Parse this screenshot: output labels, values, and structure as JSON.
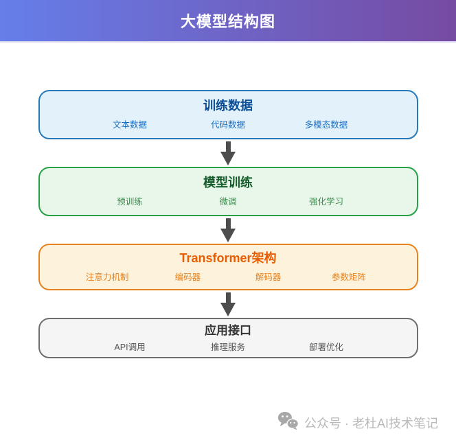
{
  "header": {
    "title": "大模型结构图",
    "gradient_from": "#667eea",
    "gradient_to": "#764ba2",
    "text_color": "#ffffff"
  },
  "diagram": {
    "arrow_color": "#4d4d4d",
    "layers": [
      {
        "id": "training-data",
        "title": "训练数据",
        "items": [
          "文本数据",
          "代码数据",
          "多模态数据"
        ],
        "bg": "#e3f1fb",
        "border": "#2778b8",
        "title_color": "#0a4d96",
        "item_color": "#1a6fc4"
      },
      {
        "id": "model-training",
        "title": "模型训练",
        "items": [
          "预训练",
          "微调",
          "强化学习"
        ],
        "bg": "#e9f6ea",
        "border": "#27a144",
        "title_color": "#155c2b",
        "item_color": "#3c8d4e"
      },
      {
        "id": "transformer-architecture",
        "title": "Transformer架构",
        "items": [
          "注意力机制",
          "编码器",
          "解码器",
          "参数矩阵"
        ],
        "bg": "#fdf3dd",
        "border": "#e8821e",
        "title_color": "#e85d04",
        "item_color": "#e8821e"
      },
      {
        "id": "application-interface",
        "title": "应用接口",
        "items": [
          "API调用",
          "推理服务",
          "部署优化"
        ],
        "bg": "#f5f5f5",
        "border": "#6e6e6e",
        "title_color": "#333333",
        "item_color": "#555555"
      }
    ]
  },
  "footer": {
    "label": "公众号 · 老杜AI技术笔记",
    "icon": "wechat-icon",
    "text_color": "#b9b9b9"
  }
}
